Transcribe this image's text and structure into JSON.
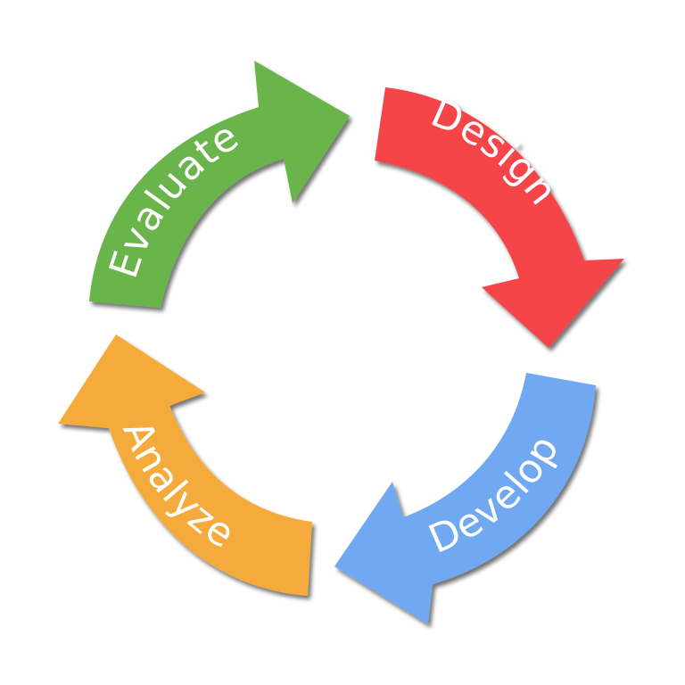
{
  "diagram": {
    "title": "",
    "type": "cycle",
    "steps": [
      {
        "label": "Design",
        "color": "#f5444a",
        "position": "top-right",
        "direction": "clockwise"
      },
      {
        "label": "Develop",
        "color": "#6fa8f2",
        "position": "bottom-right",
        "direction": "clockwise"
      },
      {
        "label": "Analyze",
        "color": "#f5ab3b",
        "position": "bottom-left",
        "direction": "clockwise"
      },
      {
        "label": "Evaluate",
        "color": "#6ab54c",
        "position": "top-left",
        "direction": "clockwise"
      }
    ],
    "background": "#ffffff"
  }
}
